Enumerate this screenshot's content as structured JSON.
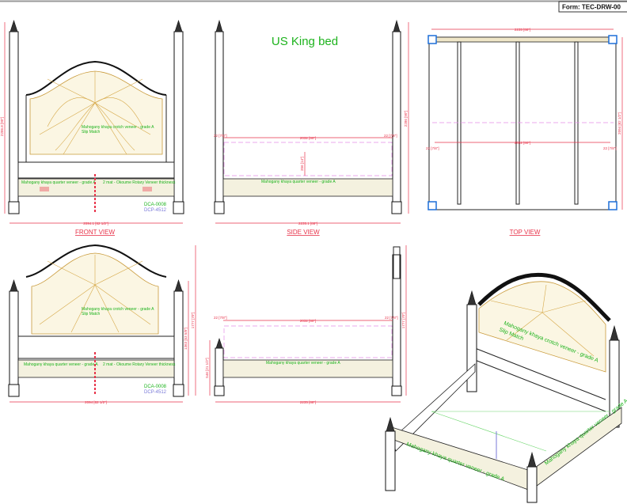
{
  "form_id": "Form: TEC-DRW-00",
  "title": "US King bed",
  "views": {
    "front": "FRONT VIEW",
    "side": "SIDE VIEW",
    "top": "TOP VIEW"
  },
  "front_view": {
    "height_dim": "2286.8 [90\"]",
    "width_dim": "2094.1 [82 1/2\"]",
    "crotch_note": "Mahogany khaya crotch veneer - grade A",
    "slip_match": "Slip Match",
    "quarter_note": "Mahogany khaya quarter veneer - grade A",
    "okoume_note": "2 mat - Okoume Rotary Veneer thickness",
    "part_a": "DCA-0008",
    "part_b": "DCP-4512"
  },
  "side_view": {
    "inner_dim": "2032 [80\"]",
    "post_dim_left": "22 [7/8\"]",
    "post_dim_right": "22 [7/8\"]",
    "height_dim": "2286 [90\"]",
    "rail_dim": "356 [14\"]",
    "length_dim": "2235.1 [88\"]",
    "quarter_note": "Mahogany khaya quarter veneer - grade A"
  },
  "top_view": {
    "length_dim": "2235 [88\"]",
    "width_dim": "2094 [82 1/2\"]",
    "inner_dim": "2032 [80\"]",
    "side_left": "22 [7/8\"]",
    "side_right": "22 [7/8\"]"
  },
  "footboard_front": {
    "width_dim": "2094 [82 1/2\"]",
    "height_dim": "1777 [70\"]",
    "mid_dim": "1363 [53 5/8\"]",
    "crotch_note": "Mahogany khaya crotch veneer - grade A",
    "slip_match": "Slip Match",
    "quarter_note": "Mahogany khaya quarter veneer - grade A",
    "okoume_note": "2 mat - Okoume Rotary Veneer thickness",
    "part_a": "DCA-0008",
    "part_b": "DCP-4512"
  },
  "footboard_side": {
    "inner_dim": "2032 [80\"]",
    "post_dim_left": "22 [7/8\"]",
    "post_dim_right": "22 [7/8\"]",
    "height_dim": "1777 [70\"]",
    "low_dim": "546 [21 1/2\"]",
    "length_dim": "2235 [88\"]",
    "quarter_note": "Mahogany khaya quarter veneer - grade A"
  },
  "isometric": {
    "crotch_note": "Mahogany khaya crotch veneer - grade A",
    "slip_match": "Slip Match",
    "front_rail_note": "Mahogany khaya quarter veneer - grade A",
    "side_rail_note": "Mahogany khaya quarter veneer - grade A"
  },
  "colors": {
    "dimension": "#e8334a",
    "note": "#1db31d",
    "veneer": "#d6a94a",
    "hardware": "#7a7ad8"
  }
}
